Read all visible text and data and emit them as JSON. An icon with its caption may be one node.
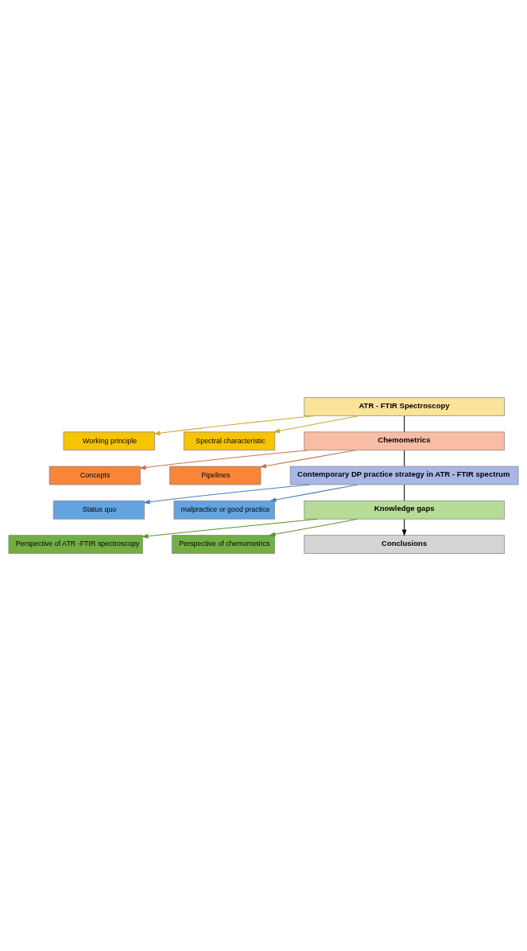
{
  "diagram": {
    "nodes": [
      {
        "text": [
          "ATR - FTIR Spectroscopy"
        ]
      },
      {
        "text": [
          "Working principle"
        ]
      },
      {
        "text": [
          "Spectral characteristic"
        ]
      },
      {
        "text": [
          "Chemometrics"
        ]
      },
      {
        "text": [
          "Concepts"
        ]
      },
      {
        "text": [
          "Pipelines"
        ]
      },
      {
        "text": [
          "Contemporary DP practice strategy in ATR - FTIR spectrum"
        ]
      },
      {
        "text": [
          "Status quo"
        ]
      },
      {
        "text": [
          "malpractice or good practice"
        ]
      },
      {
        "text": [
          "Knowledge gaps"
        ]
      },
      {
        "text": [
          "Perspective of ATR -FTIR spectroscopy"
        ]
      },
      {
        "text": [
          "Perspective of chemometrics"
        ]
      },
      {
        "text": [
          "Conclusions"
        ]
      }
    ],
    "edges": [
      {
        "from": 0,
        "to": 1,
        "arrow": "to",
        "color": "#d4a82a"
      },
      {
        "from": 0,
        "to": 2,
        "arrow": "to",
        "color": "#d4a82a"
      },
      {
        "from": 0,
        "to": 3,
        "arrow": "none"
      },
      {
        "from": 3,
        "to": 4,
        "arrow": "to",
        "color": "#c8744a"
      },
      {
        "from": 3,
        "to": 5,
        "arrow": "to",
        "color": "#c8744a"
      },
      {
        "from": 3,
        "to": 6,
        "arrow": "none"
      },
      {
        "from": 6,
        "to": 7,
        "arrow": "to",
        "color": "#4a80b8"
      },
      {
        "from": 6,
        "to": 8,
        "arrow": "to",
        "color": "#4a80b8"
      },
      {
        "from": 6,
        "to": 9,
        "arrow": "none"
      },
      {
        "from": 9,
        "to": 10,
        "arrow": "to",
        "color": "#5e8f34"
      },
      {
        "from": 9,
        "to": 11,
        "arrow": "to",
        "color": "#5e8f34"
      },
      {
        "from": 9,
        "to": 12,
        "arrow": "to"
      }
    ]
  }
}
